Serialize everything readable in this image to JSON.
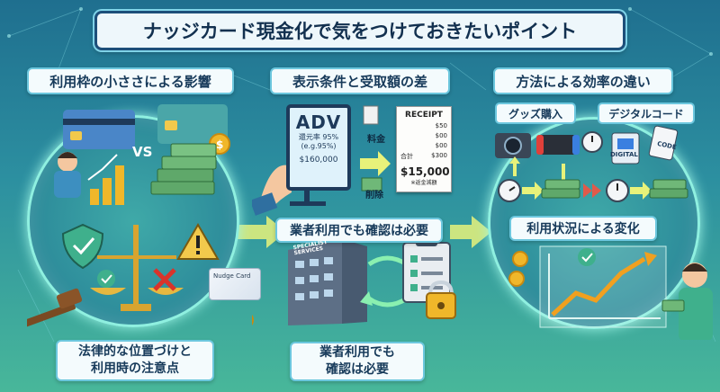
{
  "title": "ナッジカード現金化で気をつけておきたいポイント",
  "sections": {
    "left": {
      "header": "利用枠の小ささによる影響",
      "vs": "VS",
      "card_text": "Nudge Card",
      "footer_line1": "法律的な位置づけと",
      "footer_line2": "利用時の注意点"
    },
    "middle": {
      "header": "表示条件と受取額の差",
      "adv": {
        "title": "ADV",
        "line1": "還元率 95%",
        "line2": "(e.g.95%)",
        "amount": "$160,000"
      },
      "tag_fee": "料金",
      "tag_deduct": "削除",
      "receipt": {
        "title": "RECEIPT",
        "rows": [
          {
            "label": "",
            "value": "$50"
          },
          {
            "label": "",
            "value": "$00"
          },
          {
            "label": "",
            "value": "$00"
          },
          {
            "label": "合計",
            "value": "$300"
          }
        ],
        "total": "$15,000",
        "note": "※返金減額"
      },
      "center_label": "業者利用でも確認は必要",
      "building_sign": "SPECIALIST SERVICES",
      "footer_line1": "業者利用でも",
      "footer_line2": "確認は必要"
    },
    "right": {
      "header": "方法による効率の違い",
      "sub_goods": "グッズ購入",
      "sub_digital": "デジタルコード",
      "digital_tag": "DIGITAL",
      "code_tag": "CODE",
      "center_label": "利用状況による変化"
    }
  },
  "colors": {
    "background_top": "#1f6f8f",
    "background_bottom": "#48b79a",
    "circle_glow": "#8ff0e0",
    "label_border": "#6cc7de",
    "arrow": "#e8f27a",
    "cash": "#5fa86a",
    "coin": "#f0b72a",
    "chart_line": "#f0a020"
  }
}
